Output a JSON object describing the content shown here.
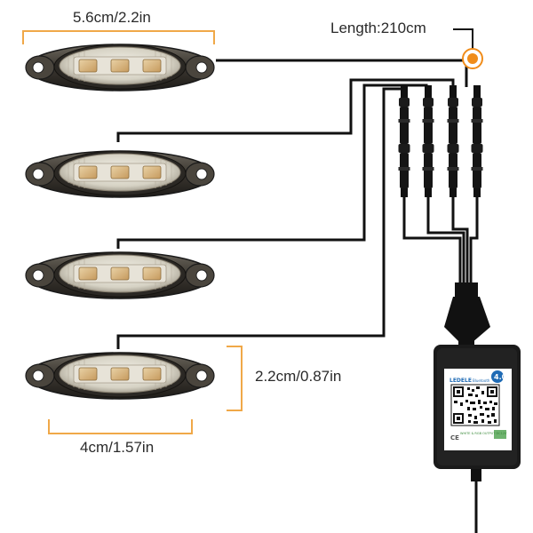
{
  "dimensions": {
    "width_top": "5.6cm/2.2in",
    "cable_length": "Length:210cm",
    "height": "2.2cm/0.87in",
    "width_bottom": "4cm/1.57in"
  },
  "components": {
    "pods_count": 4,
    "leds_per_pod": 3,
    "controller": {
      "brand": "LEDELE",
      "protocol": "Bluetooth",
      "version": "4.0",
      "caption": "WHITE & RGB OUTPUT DC12V",
      "mark": "CE"
    }
  },
  "colors": {
    "accent_bracket": "#f0a848",
    "length_marker": "#f08c1a",
    "wire": "#111111",
    "controller_body": "#1a1a1a",
    "controller_label": "#ffffff",
    "brand_blue": "#1f6bb5"
  }
}
